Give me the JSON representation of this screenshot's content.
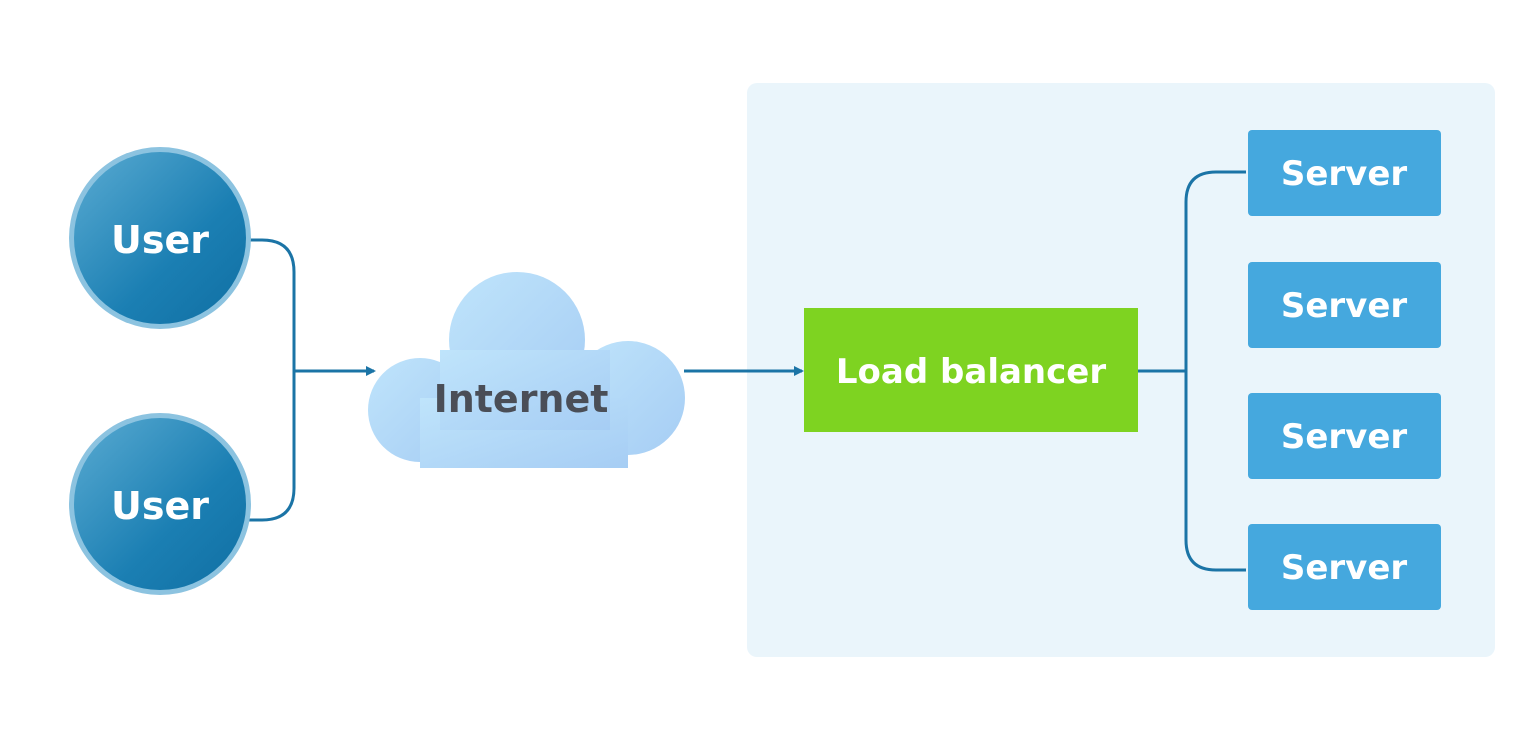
{
  "diagram": {
    "users": [
      {
        "label": "User"
      },
      {
        "label": "User"
      }
    ],
    "internet": {
      "label": "Internet"
    },
    "load_balancer": {
      "label": "Load balancer"
    },
    "servers": [
      {
        "label": "Server"
      },
      {
        "label": "Server"
      },
      {
        "label": "Server"
      },
      {
        "label": "Server"
      }
    ]
  },
  "colors": {
    "background": "#ffffff",
    "datacenter_panel": "#eaf5fb",
    "user_fill_dark": "#1378ac",
    "user_fill_light": "#4a9fc8",
    "user_ring": "#8cc3e0",
    "connector": "#1b74a6",
    "cloud_fill_light": "#b8e0fb",
    "cloud_fill_dark": "#a7cff5",
    "cloud_text": "#4a4e57",
    "load_balancer": "#7ed321",
    "server": "#45a8de",
    "node_text": "#ffffff"
  }
}
